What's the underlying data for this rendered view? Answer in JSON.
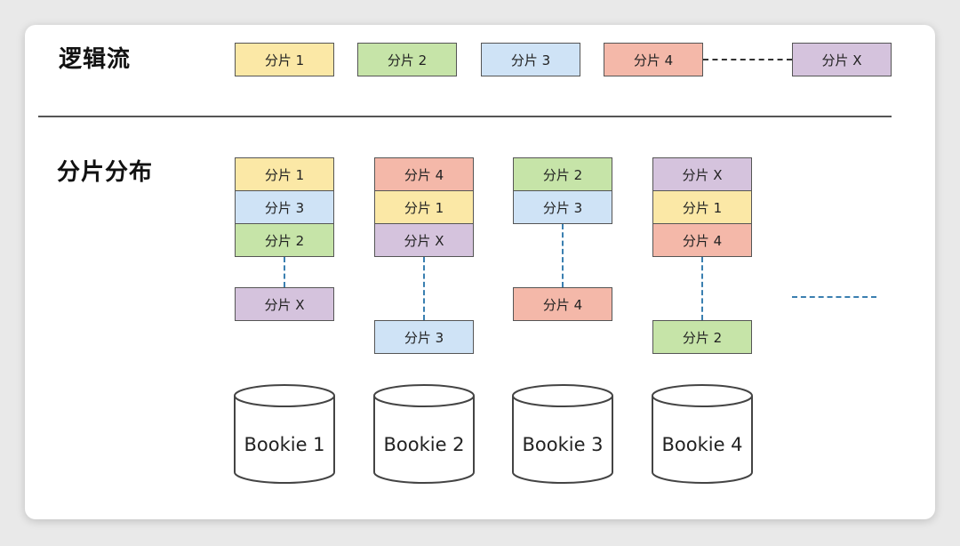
{
  "headings": {
    "logical_stream": "逻辑流",
    "distribution": "分片分布"
  },
  "colors": {
    "yellow": "#fbe8a6",
    "green": "#c6e4a8",
    "blue": "#cfe3f6",
    "red": "#f4b8a9",
    "purple": "#d5c3dd"
  },
  "logical_segments": [
    {
      "label": "分片 1",
      "color": "yellow"
    },
    {
      "label": "分片 2",
      "color": "green"
    },
    {
      "label": "分片 3",
      "color": "blue"
    },
    {
      "label": "分片 4",
      "color": "red"
    },
    {
      "label": "分片 X",
      "color": "purple"
    }
  ],
  "bookies": [
    {
      "name": "Bookie 1",
      "stack": [
        {
          "label": "分片 1",
          "color": "yellow"
        },
        {
          "label": "分片 3",
          "color": "blue"
        },
        {
          "label": "分片 2",
          "color": "green"
        }
      ],
      "tail": {
        "label": "分片 X",
        "color": "purple"
      }
    },
    {
      "name": "Bookie 2",
      "stack": [
        {
          "label": "分片 4",
          "color": "red"
        },
        {
          "label": "分片 1",
          "color": "yellow"
        },
        {
          "label": "分片 X",
          "color": "purple"
        }
      ],
      "tail": {
        "label": "分片 3",
        "color": "blue"
      }
    },
    {
      "name": "Bookie 3",
      "stack": [
        {
          "label": "分片 2",
          "color": "green"
        },
        {
          "label": "分片 3",
          "color": "blue"
        }
      ],
      "tail": {
        "label": "分片 4",
        "color": "red"
      }
    },
    {
      "name": "Bookie 4",
      "stack": [
        {
          "label": "分片 X",
          "color": "purple"
        },
        {
          "label": "分片 1",
          "color": "yellow"
        },
        {
          "label": "分片 4",
          "color": "red"
        }
      ],
      "tail": {
        "label": "分片 2",
        "color": "green"
      }
    }
  ]
}
